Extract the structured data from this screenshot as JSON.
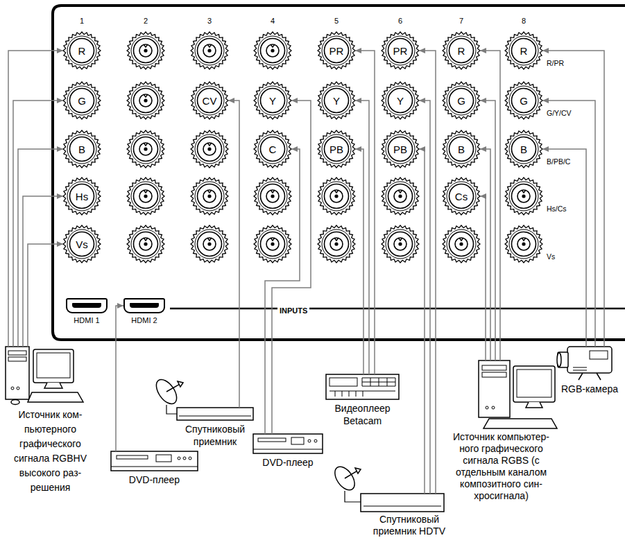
{
  "diagram": {
    "nodes": [
      {
        "text": [
          "R"
        ]
      },
      {
        "text": [
          "PR"
        ]
      },
      {
        "text": [
          "PR"
        ]
      },
      {
        "text": [
          "R"
        ]
      },
      {
        "text": [
          "R"
        ]
      },
      {
        "text": [
          "G"
        ]
      },
      {
        "text": [
          "CV"
        ]
      },
      {
        "text": [
          "Y"
        ]
      },
      {
        "text": [
          "Y"
        ]
      },
      {
        "text": [
          "Y"
        ]
      },
      {
        "text": [
          "G"
        ]
      },
      {
        "text": [
          "G"
        ]
      },
      {
        "text": [
          "B"
        ]
      },
      {
        "text": [
          "C"
        ]
      },
      {
        "text": [
          "PB"
        ]
      },
      {
        "text": [
          "PB"
        ]
      },
      {
        "text": [
          "B"
        ]
      },
      {
        "text": [
          "B"
        ]
      },
      {
        "text": [
          "Hs"
        ]
      },
      {
        "text": [
          "Cs"
        ]
      },
      {
        "text": [
          "Vs"
        ]
      },
      {
        "text": [
          "HDMI 1"
        ]
      },
      {
        "text": [
          "HDMI 2"
        ]
      },
      {
        "text": [
          "Источник ком- пьютерного графического сигнала RGBHV высокого раз- решения"
        ]
      },
      {
        "text": [
          "Спутниковый приемник"
        ]
      },
      {
        "text": [
          "DVD-плеер"
        ]
      },
      {
        "text": [
          "DVD-плеер"
        ]
      },
      {
        "text": [
          "Видеоплеер Betacam"
        ]
      },
      {
        "text": [
          "Спутниковый приемник HDTV"
        ]
      },
      {
        "text": [
          "Источник компьютер- ного графического сигнала RGBS (с отдельным каналом композитного син- хросигнала)"
        ]
      },
      {
        "text": [
          "RGB-камера"
        ]
      }
    ],
    "edges": [
      {
        "from": 23,
        "to": 0,
        "arrow": "to"
      },
      {
        "from": 23,
        "to": 5,
        "arrow": "to"
      },
      {
        "from": 23,
        "to": 12,
        "arrow": "to"
      },
      {
        "from": 23,
        "to": 18,
        "arrow": "to"
      },
      {
        "from": 23,
        "to": 20,
        "arrow": "to"
      },
      {
        "from": 25,
        "to": 22,
        "arrow": "to"
      },
      {
        "from": 24,
        "to": 6,
        "arrow": "to"
      },
      {
        "from": 26,
        "to": 7,
        "arrow": "to"
      },
      {
        "from": 26,
        "to": 13,
        "arrow": "to"
      },
      {
        "from": 27,
        "to": 1,
        "arrow": "to"
      },
      {
        "from": 27,
        "to": 8,
        "arrow": "to"
      },
      {
        "from": 27,
        "to": 14,
        "arrow": "to"
      },
      {
        "from": 28,
        "to": 2,
        "arrow": "to"
      },
      {
        "from": 28,
        "to": 9,
        "arrow": "to"
      },
      {
        "from": 28,
        "to": 15,
        "arrow": "to"
      },
      {
        "from": 29,
        "to": 3,
        "arrow": "to"
      },
      {
        "from": 29,
        "to": 10,
        "arrow": "to"
      },
      {
        "from": 29,
        "to": 16,
        "arrow": "to"
      },
      {
        "from": 29,
        "to": 19,
        "arrow": "to"
      },
      {
        "from": 30,
        "to": 4,
        "arrow": "to"
      },
      {
        "from": 30,
        "to": 11,
        "arrow": "to"
      },
      {
        "from": 30,
        "to": 17,
        "arrow": "to"
      }
    ],
    "labels": [
      "1",
      "2",
      "3",
      "4",
      "5",
      "6",
      "7",
      "8",
      "R/PR",
      "G/Y/CV",
      "B/PB/C",
      "Hs/Cs",
      "Vs",
      "INPUTS"
    ]
  }
}
